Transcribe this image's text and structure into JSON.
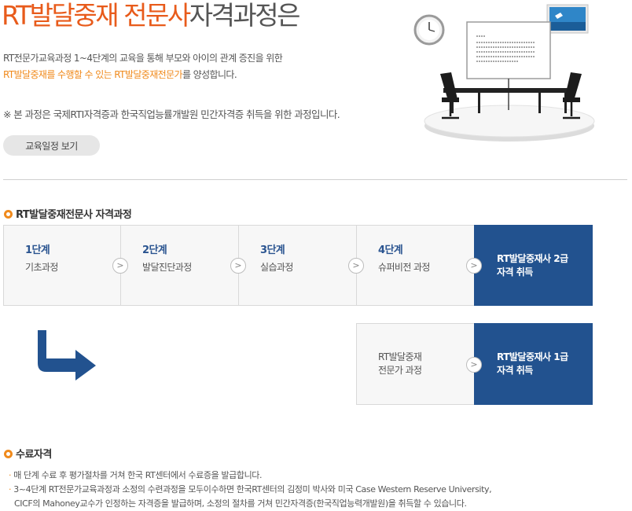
{
  "header": {
    "title_orange": "RT발달중재 전문사",
    "title_rest": "자격과정은"
  },
  "intro": {
    "line1": "RT전문가교육과정 1~4단계의 교육을 통해 부모와 아이의 관계 증진을 위한",
    "line2_highlight": "RT발달중재를 수행할 수 있는 RT발달중재전문가",
    "line2_rest": "를 양성합니다.",
    "note": "※ 본 과정은 국제RTI자격증과 한국직업능률개발원 민간자격증 취득을 위한 과정입니다."
  },
  "schedule_button": "교육일정 보기",
  "course_section": {
    "heading": "RT발달중재전문사 자격과정",
    "steps": [
      {
        "num": "1단계",
        "name": "기초과정"
      },
      {
        "num": "2단계",
        "name": "발달진단과정"
      },
      {
        "num": "3단계",
        "name": "실습과정"
      },
      {
        "num": "4단계",
        "name": "슈퍼비전 과정"
      }
    ],
    "result_grade2": {
      "line1": "RT발달중재사 2급",
      "line2": "자격 취득"
    },
    "expert_course": {
      "line1": "RT발달중재",
      "line2": "전문가 과정"
    },
    "result_grade1": {
      "line1": "RT발달중재사 1급",
      "line2": "자격 취득"
    }
  },
  "completion": {
    "heading": "수료자격",
    "bullet1": "매 단계 수료 후 평가절차를 거쳐 한국 RT센터에서 수료증을 발급합니다.",
    "bullet2_line1": "3~4단계 RT전문가교육과정과 소정의 수련과정을 모두이수하면 한국RT센터의 김정미 박사와 미국 Case Western Reserve University,",
    "bullet2_line2": "CICF의 Mahoney교수가 인정하는 자격증을 발급하며, 소정의 절차를 거쳐 민간자격증(한국직업능력개발원)을 취득할 수 있습니다."
  },
  "colors": {
    "accent_orange": "#e85b1b",
    "highlight_orange": "#f08a1c",
    "step_blue": "#22528f"
  }
}
